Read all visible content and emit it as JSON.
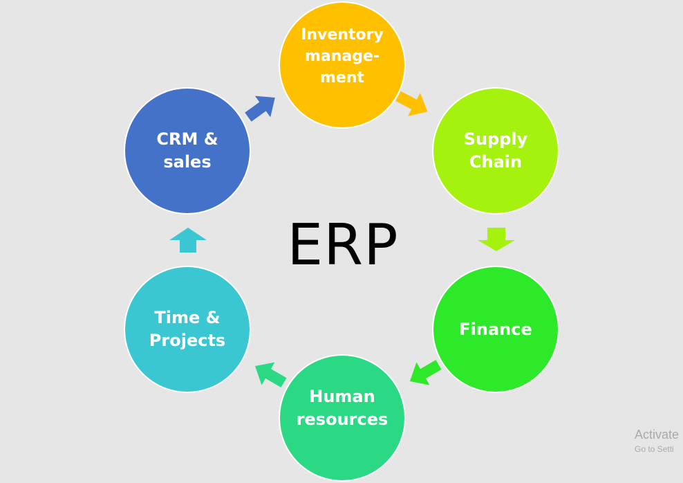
{
  "diagram": {
    "center_label": "ERP",
    "nodes": [
      {
        "id": "inventory",
        "label": "Inventory\nmanage-\nment",
        "color": "#ffc000"
      },
      {
        "id": "supply",
        "label": "Supply\nChain",
        "color": "#a6f20f"
      },
      {
        "id": "finance",
        "label": "Finance",
        "color": "#2ee82a"
      },
      {
        "id": "human",
        "label": "Human\nresources",
        "color": "#2bd985"
      },
      {
        "id": "time",
        "label": "Time &\nProjects",
        "color": "#3ac7d2"
      },
      {
        "id": "crm",
        "label": "CRM &\nsales",
        "color": "#4472c8"
      }
    ],
    "arrows": [
      {
        "from": "inventory",
        "to": "supply",
        "color": "#ffc000"
      },
      {
        "from": "supply",
        "to": "finance",
        "color": "#a6f20f"
      },
      {
        "from": "finance",
        "to": "human",
        "color": "#2ee82a"
      },
      {
        "from": "human",
        "to": "time",
        "color": "#2bd985"
      },
      {
        "from": "time",
        "to": "crm",
        "color": "#3ac7d2"
      },
      {
        "from": "crm",
        "to": "inventory",
        "color": "#4472c8"
      }
    ]
  },
  "watermark": {
    "title": "Activate",
    "subtitle": "Go to Setti"
  }
}
